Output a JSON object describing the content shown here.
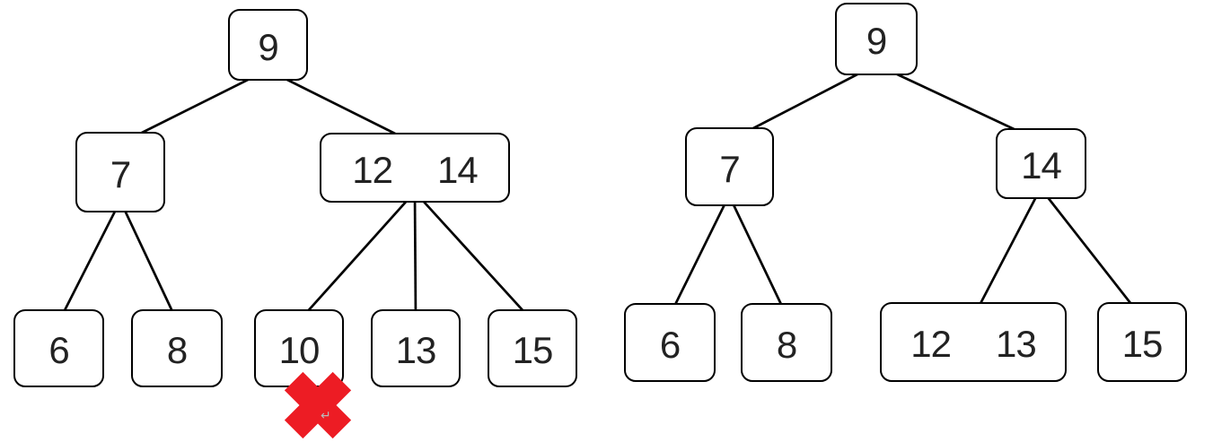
{
  "canvas": {
    "background": "#ffffff",
    "node_border_color": "#000000",
    "node_fill": "#ffffff",
    "text_color": "#222222"
  },
  "trees": [
    {
      "side": "left",
      "nodes": [
        {
          "id": "root",
          "keys": [
            "9"
          ]
        },
        {
          "id": "left-child",
          "keys": [
            "7"
          ]
        },
        {
          "id": "right-child",
          "keys": [
            "12",
            "14"
          ]
        },
        {
          "id": "leaf-1",
          "keys": [
            "6"
          ]
        },
        {
          "id": "leaf-2",
          "keys": [
            "8"
          ]
        },
        {
          "id": "leaf-3",
          "keys": [
            "10"
          ]
        },
        {
          "id": "leaf-4",
          "keys": [
            "13"
          ]
        },
        {
          "id": "leaf-5",
          "keys": [
            "15"
          ]
        }
      ]
    },
    {
      "side": "right",
      "nodes": [
        {
          "id": "root",
          "keys": [
            "9"
          ]
        },
        {
          "id": "left-child",
          "keys": [
            "7"
          ]
        },
        {
          "id": "right-child",
          "keys": [
            "14"
          ]
        },
        {
          "id": "leaf-1",
          "keys": [
            "6"
          ]
        },
        {
          "id": "leaf-2",
          "keys": [
            "8"
          ]
        },
        {
          "id": "leaf-3",
          "keys": [
            "12",
            "13"
          ]
        },
        {
          "id": "leaf-4",
          "keys": [
            "15"
          ]
        }
      ]
    }
  ],
  "annotations": {
    "delete_cross": {
      "shape": "x-cross",
      "color": "#ED1C24",
      "over_node_key": "10"
    },
    "paragraph_mark": "↵"
  }
}
